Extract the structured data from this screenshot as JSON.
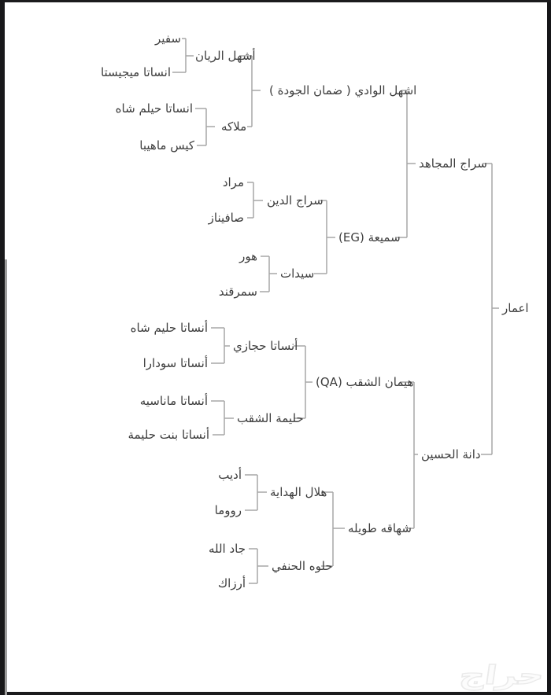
{
  "diagram_type": "horse-pedigree-family-tree",
  "colors": {
    "line": "#a7a7a7",
    "text": "#3d3d3d",
    "frame": "#1b1b1d",
    "background": "#ffffff",
    "watermark": "#ededed"
  },
  "watermark": {
    "label": "حراج"
  },
  "nodes": {
    "amaar": {
      "label": "اعمار"
    },
    "siraj_almujahid": {
      "label": "سراج المجاهد"
    },
    "dana_alhussain": {
      "label": "دانة الحسين"
    },
    "ashhal_alwadi": {
      "label": "اشهل الوادي ( ضمان الجودة )"
    },
    "samia_eg": {
      "label": "سميعة (EG)"
    },
    "heman_alshaqab": {
      "label": "هيمان الشقب (QA)"
    },
    "shahaqa_tawila": {
      "label": "شهاقه طويله"
    },
    "ashhal_alrayyan": {
      "label": "أشهل الريان"
    },
    "malakah": {
      "label": "ملاكه"
    },
    "siraj_aldin": {
      "label": "سراج الدين"
    },
    "sayedat": {
      "label": "سيدات"
    },
    "ansata_hejazi": {
      "label": "أنساتا حجازي"
    },
    "halima_alshaqab": {
      "label": "حليمة الشقب"
    },
    "hilal_alhidaya": {
      "label": "هلال الهداية"
    },
    "helwa_alhanafi": {
      "label": "حلوه الحنفي"
    },
    "safeer": {
      "label": "سفير"
    },
    "ansata_magista": {
      "label": "انساتا ميجيستا"
    },
    "ansata_hilam_shah": {
      "label": "انساتا حيلم شاه"
    },
    "kais_mahiba": {
      "label": "كيس ماهيبا"
    },
    "murad": {
      "label": "مراد"
    },
    "safinaz": {
      "label": "صافيناز"
    },
    "hur": {
      "label": "هور"
    },
    "samarqand": {
      "label": "سمرقند"
    },
    "ansata_halim_shah": {
      "label": "أنساتا حليم شاه"
    },
    "ansata_sudara": {
      "label": "أنساتا سودارا"
    },
    "ansata_manasiah": {
      "label": "أنساتا ماناسيه"
    },
    "ansata_bint_halima": {
      "label": "أنساتا بنت حليمة"
    },
    "adeeb": {
      "label": "أديب"
    },
    "rooma": {
      "label": "رووما"
    },
    "jad_allah": {
      "label": "جاد الله"
    },
    "arzak": {
      "label": "أرزاك"
    }
  },
  "relations": [
    {
      "child": "ashhal_alrayyan",
      "parents": [
        "safeer",
        "ansata_magista"
      ]
    },
    {
      "child": "malakah",
      "parents": [
        "ansata_hilam_shah",
        "kais_mahiba"
      ]
    },
    {
      "child": "ashhal_alwadi",
      "parents": [
        "ashhal_alrayyan",
        "malakah"
      ]
    },
    {
      "child": "siraj_aldin",
      "parents": [
        "murad",
        "safinaz"
      ]
    },
    {
      "child": "sayedat",
      "parents": [
        "hur",
        "samarqand"
      ]
    },
    {
      "child": "samia_eg",
      "parents": [
        "siraj_aldin",
        "sayedat"
      ]
    },
    {
      "child": "siraj_almujahid",
      "parents": [
        "ashhal_alwadi",
        "samia_eg"
      ]
    },
    {
      "child": "ansata_hejazi",
      "parents": [
        "ansata_halim_shah",
        "ansata_sudara"
      ]
    },
    {
      "child": "halima_alshaqab",
      "parents": [
        "ansata_manasiah",
        "ansata_bint_halima"
      ]
    },
    {
      "child": "heman_alshaqab",
      "parents": [
        "ansata_hejazi",
        "halima_alshaqab"
      ]
    },
    {
      "child": "hilal_alhidaya",
      "parents": [
        "adeeb",
        "rooma"
      ]
    },
    {
      "child": "helwa_alhanafi",
      "parents": [
        "jad_allah",
        "arzak"
      ]
    },
    {
      "child": "shahaqa_tawila",
      "parents": [
        "hilal_alhidaya",
        "helwa_alhanafi"
      ]
    },
    {
      "child": "dana_alhussain",
      "parents": [
        "heman_alshaqab",
        "shahaqa_tawila"
      ]
    },
    {
      "child": "amaar",
      "parents": [
        "siraj_almujahid",
        "dana_alhussain"
      ]
    }
  ]
}
